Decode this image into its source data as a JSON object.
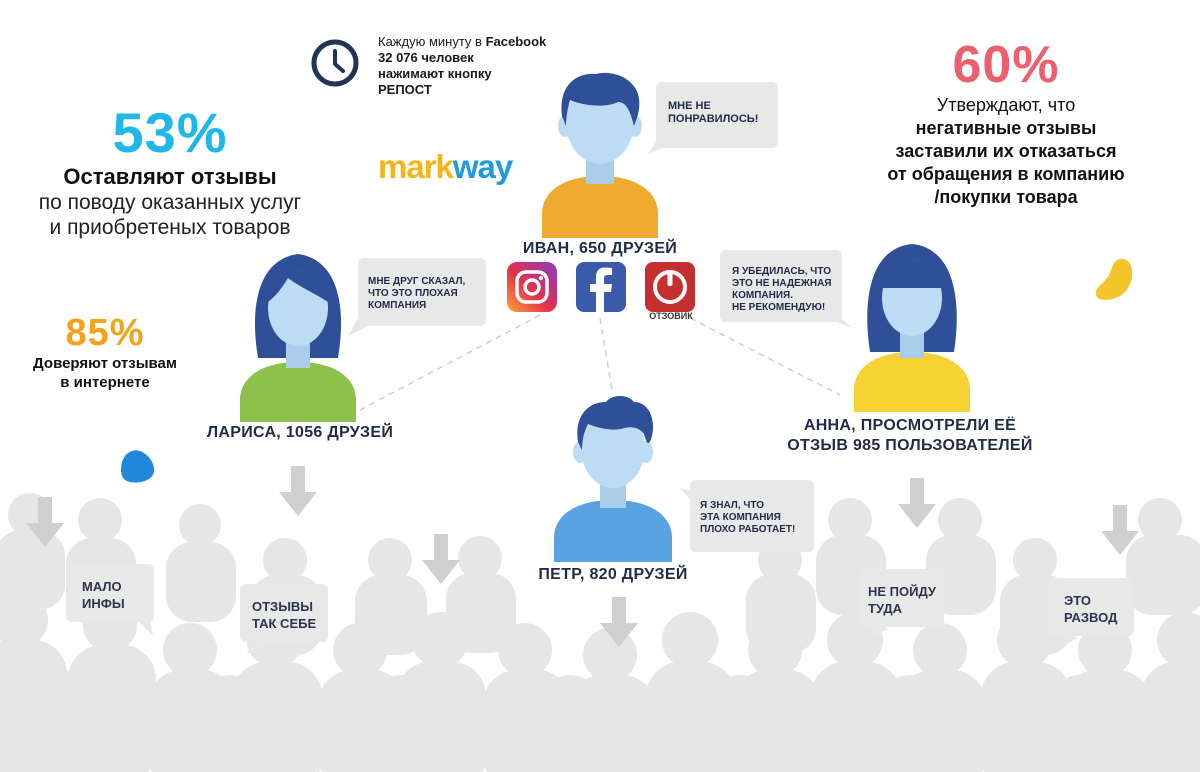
{
  "facebook_note": {
    "line1_prefix": "Каждую минуту в ",
    "line1_bold": "Facebook",
    "line2": "32 076 человек",
    "line3": "нажимают кнопку",
    "line4": "РЕПОСТ"
  },
  "stat_left": {
    "percent": "53%",
    "line1": "Оставляют отзывы",
    "line2": "по поводу оказанных услуг",
    "line3": "и приобретеных товаров",
    "color": "#1fb6e8"
  },
  "stat_trust": {
    "percent": "85%",
    "line1": "Доверяют отзывам",
    "line2": "в интернете",
    "color": "#f4a21d"
  },
  "stat_right": {
    "percent": "60%",
    "line1": "Утверждают, что",
    "line2": "негативные отзывы",
    "line3": "заставили их отказаться",
    "line4": "от обращения в компанию",
    "line5": "/покупки товара",
    "color": "#ee5f6d"
  },
  "logo": {
    "mark": "mark",
    "way": "way"
  },
  "people": {
    "ivan": {
      "name": "ИВАН, 650 ДРУЗЕЙ",
      "bubble": [
        "МНЕ НЕ",
        "ПОНРАВИЛОСЬ!"
      ]
    },
    "larisa": {
      "name": "ЛАРИСА, 1056 ДРУЗЕЙ",
      "bubble": [
        "МНЕ ДРУГ СКАЗАЛ,",
        "ЧТО ЭТО ПЛОХАЯ",
        "КОМПАНИЯ"
      ]
    },
    "anna": {
      "name_line1": "АННА, ПРОСМОТРЕЛИ ЕЁ",
      "name_line2": "ОТЗЫВ 985 ПОЛЬЗОВАТЕЛЕЙ",
      "bubble": [
        "Я УБЕДИЛАСЬ, ЧТО",
        "ЭТО НЕ НАДЕЖНАЯ",
        "КОМПАНИЯ.",
        "НЕ РЕКОМЕНДУЮ!"
      ]
    },
    "petr": {
      "name": "ПЕТР, 820 ДРУЗЕЙ",
      "bubble": [
        "Я ЗНАЛ, ЧТО",
        "ЭТА КОМПАНИЯ",
        "ПЛОХО РАБОТАЕТ!"
      ]
    }
  },
  "social": {
    "otzovik_label": "ОТЗОВИК"
  },
  "crowd_bubbles": [
    {
      "lines": [
        "МАЛО",
        "ИНФЫ"
      ]
    },
    {
      "lines": [
        "ОТЗЫВЫ",
        "ТАК СЕБЕ"
      ]
    },
    {
      "lines": [
        "НЕ ПОЙДУ",
        "ТУДА"
      ]
    },
    {
      "lines": [
        "ЭТО",
        "РАЗВОД"
      ]
    }
  ],
  "colors": {
    "navy": "#2f4f98",
    "skin": "#bcdcf5",
    "ivan_shirt": "#eeab2f",
    "larisa_shirt": "#8cc14b",
    "anna_shirt": "#f4d233",
    "petr_shirt": "#5aa3e2",
    "crowd": "#e6e6e6",
    "bubble": "#e8e8e8"
  }
}
